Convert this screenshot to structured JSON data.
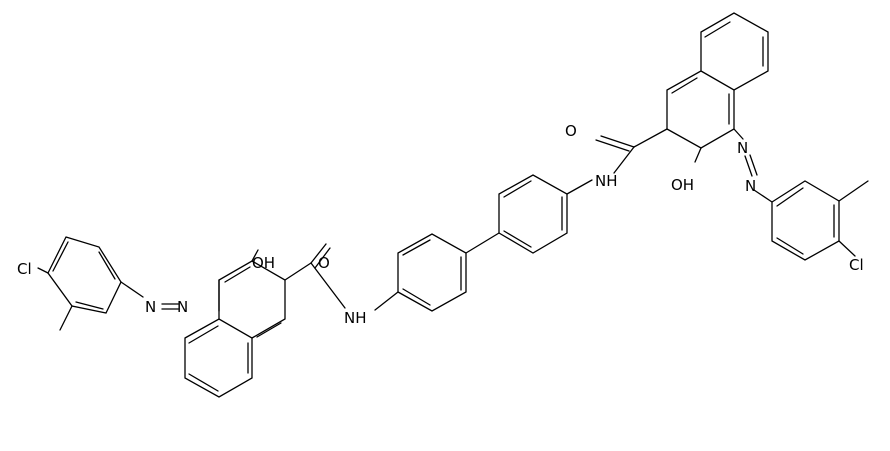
{
  "labels": {
    "cl_left": "Cl",
    "cl_right": "Cl",
    "oh_left": "OH",
    "oh_right": "OH",
    "o_left": "O",
    "o_right": "O",
    "nh_left": "NH",
    "nh_right": "NH",
    "n": "N"
  }
}
